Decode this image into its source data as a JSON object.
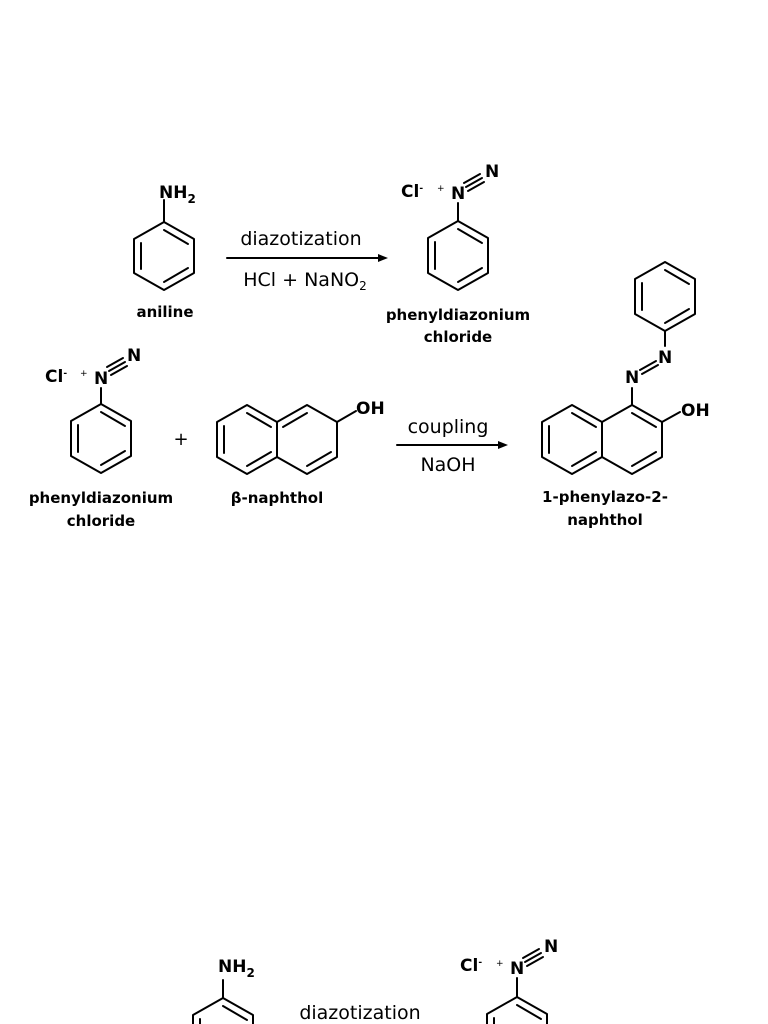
{
  "reaction1": {
    "reactant": {
      "group": "NH",
      "group_sub": "2",
      "name": "aniline"
    },
    "arrow": {
      "above": "diazotization",
      "below_pre": "HCl + NaNO",
      "below_sub": "2"
    },
    "product": {
      "counterion": "Cl",
      "charge_minus": "-",
      "charge_plus": "+",
      "n1": "N",
      "n2": "N",
      "name_line1": "phenyldiazonium",
      "name_line2": "chloride"
    }
  },
  "reaction2": {
    "reactant1": {
      "counterion": "Cl",
      "charge_minus": "-",
      "charge_plus": "+",
      "n1": "N",
      "n2": "N",
      "name_line1": "phenyldiazonium",
      "name_line2": "chloride"
    },
    "plus": "+",
    "reactant2": {
      "group": "OH",
      "name": "β-naphthol"
    },
    "arrow": {
      "above": "coupling",
      "below": "NaOH"
    },
    "product": {
      "n1": "N",
      "n2": "N",
      "group": "OH",
      "name_line1": "1-phenylazo-2-",
      "name_line2": "naphthol"
    }
  },
  "reaction3": {
    "reactant": {
      "group": "NH",
      "group_sub": "2"
    },
    "arrow": {
      "above": "diazotization"
    },
    "product": {
      "counterion": "Cl",
      "charge_minus": "-",
      "charge_plus": "+",
      "n1": "N",
      "n2": "N"
    }
  }
}
